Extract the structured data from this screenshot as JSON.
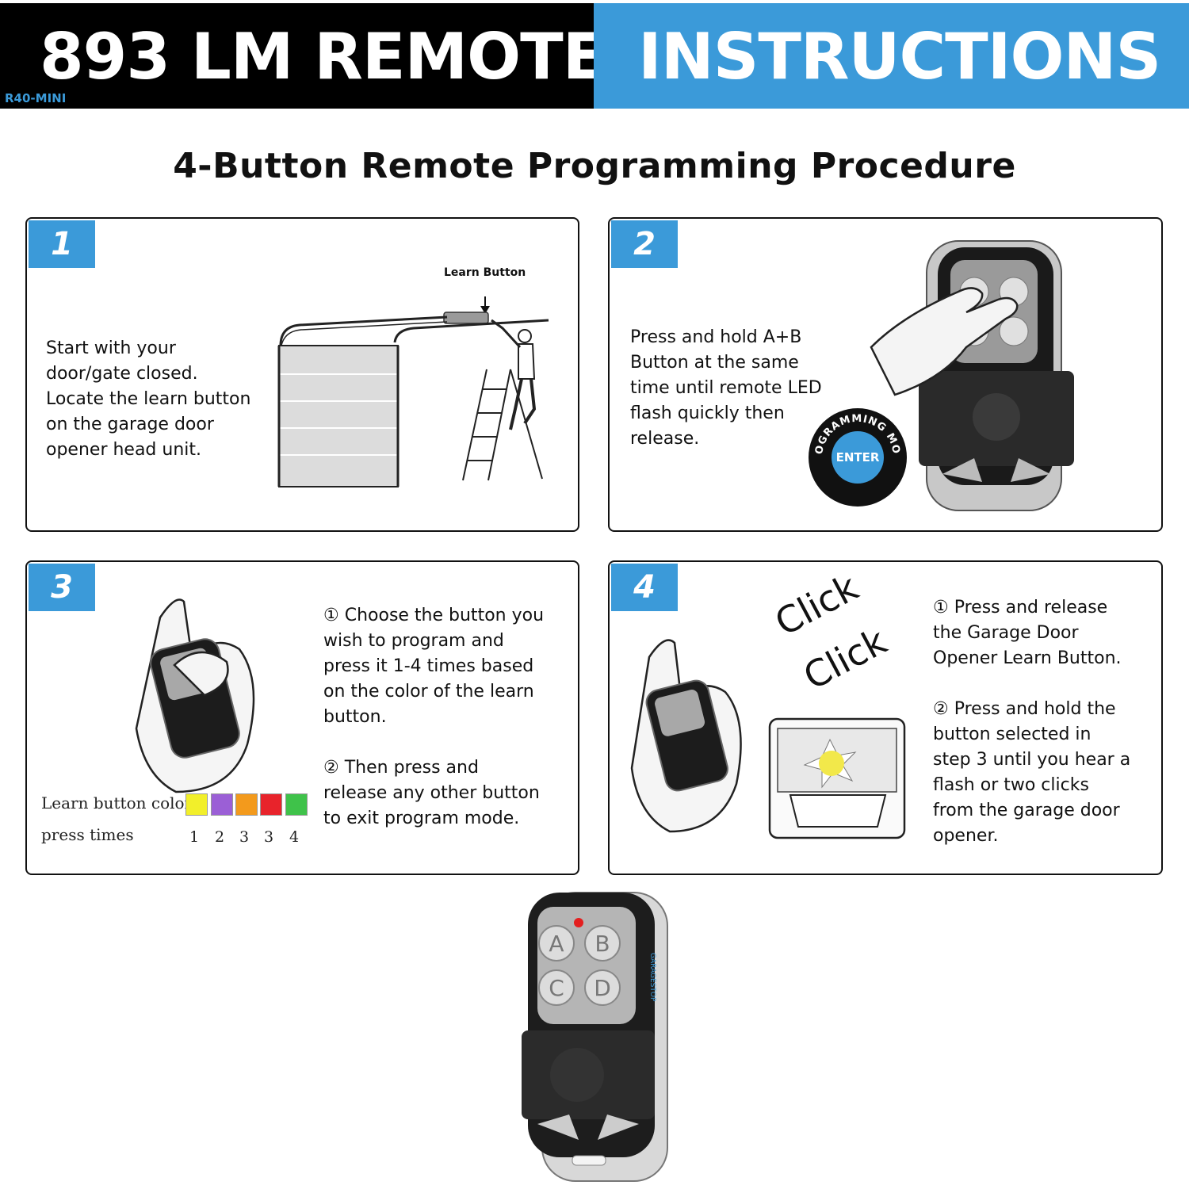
{
  "header": {
    "title_left": "893 LM REMOTE",
    "title_right": "INSTRUCTIONS",
    "model": "R40-MINI"
  },
  "subtitle": "4-Button Remote Programming Procedure",
  "steps": [
    {
      "number": "1",
      "lines": [
        "Start with your",
        "door/gate closed.",
        "Locate the learn button",
        "on the garage door",
        "opener head unit."
      ],
      "callout": "Learn Button"
    },
    {
      "number": "2",
      "lines": [
        "Press and hold A+B",
        "Button at the same",
        "time until remote LED",
        "flash quickly then",
        "release."
      ],
      "seal_ring": "PROGRAMMING MODE",
      "seal_center": "ENTER"
    },
    {
      "number": "3",
      "para1": [
        "① Choose the button you",
        "wish to program and",
        "press it 1-4 times based",
        "on the color of the learn",
        "button."
      ],
      "para2": [
        "② Then press and",
        "release any other button",
        "to exit program mode."
      ],
      "color_label": "Learn button color",
      "press_label": "press times",
      "colors": [
        {
          "name": "yellow",
          "hex": "#f2ef2a",
          "times": "1"
        },
        {
          "name": "purple",
          "hex": "#9b5fd6",
          "times": "2"
        },
        {
          "name": "orange",
          "hex": "#f39a1c",
          "times": "3"
        },
        {
          "name": "red",
          "hex": "#e8232b",
          "times": "3"
        },
        {
          "name": "green",
          "hex": "#3fc24a",
          "times": "4"
        }
      ]
    },
    {
      "number": "4",
      "sound1": "Click",
      "sound2": "Click",
      "para1": [
        "① Press and release",
        "the Garage Door",
        "Opener Learn Button."
      ],
      "para2": [
        "② Press and hold the",
        "button selected in",
        "step 3 until you hear a",
        "flash or two clicks",
        "from the garage door",
        "opener."
      ]
    }
  ],
  "remote": {
    "buttons": [
      "A",
      "B",
      "C",
      "D"
    ],
    "brand": "GARAGESTOP"
  },
  "colors": {
    "accent": "#3b9ad9",
    "header_black": "#000000"
  }
}
